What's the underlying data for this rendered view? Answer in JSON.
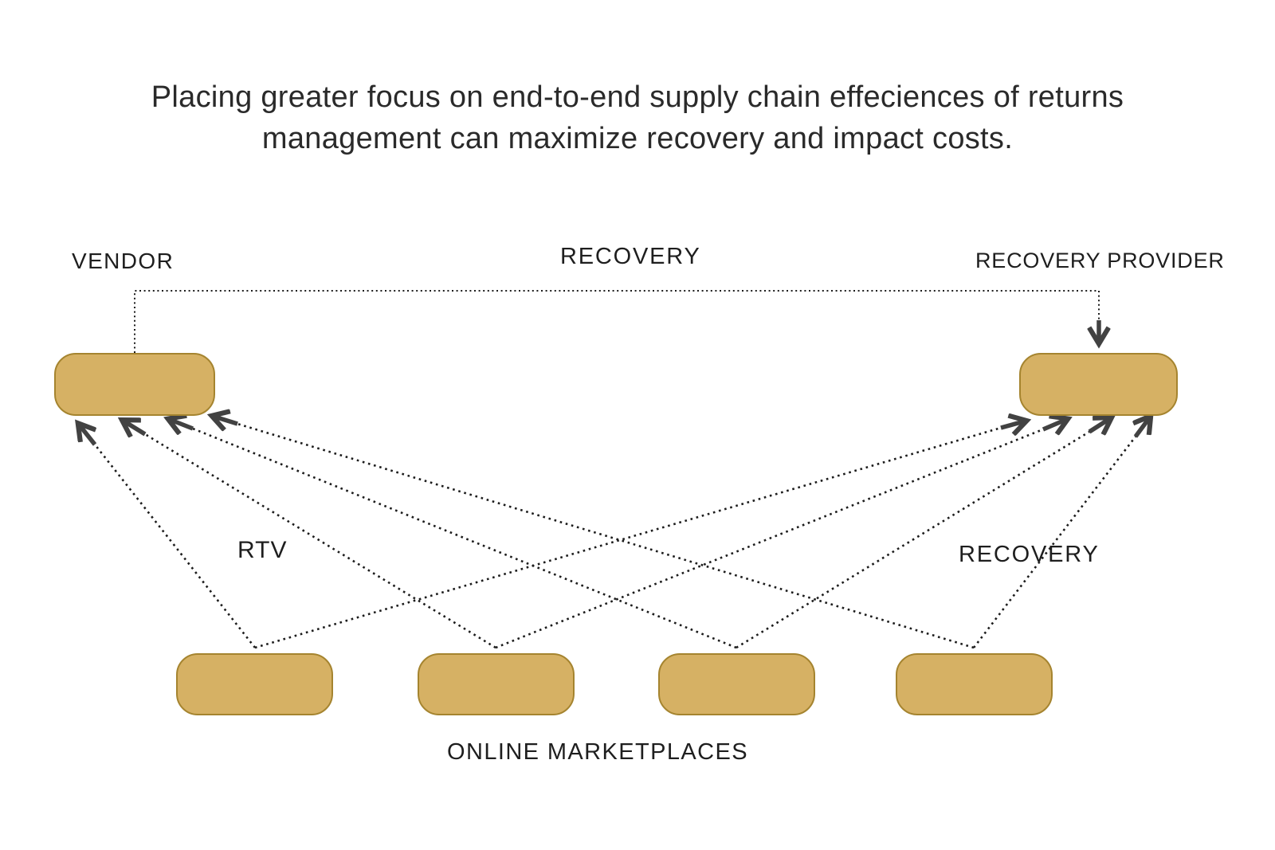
{
  "title": {
    "line1": "Placing greater focus on end-to-end supply chain effeciences of returns",
    "line2": "management can maximize recovery and impact costs."
  },
  "labels": {
    "vendor": "VENDOR",
    "recovery_top": "RECOVERY",
    "recovery_provider": "RECOVERY PROVIDER",
    "rtv": "RTV",
    "recovery_right": "RECOVERY",
    "online_marketplaces": "ONLINE MARKETPLACES"
  },
  "nodes": {
    "vendor_box": "",
    "recovery_provider_box": "",
    "marketplace_boxes": [
      "",
      "",
      "",
      ""
    ]
  },
  "colors": {
    "background": "#ffffff",
    "box_fill": "#D6B164",
    "box_border": "#A5842F",
    "dotted_line": "#1c1c1c",
    "arrow": "#424242",
    "text": "#1e1e1e"
  }
}
